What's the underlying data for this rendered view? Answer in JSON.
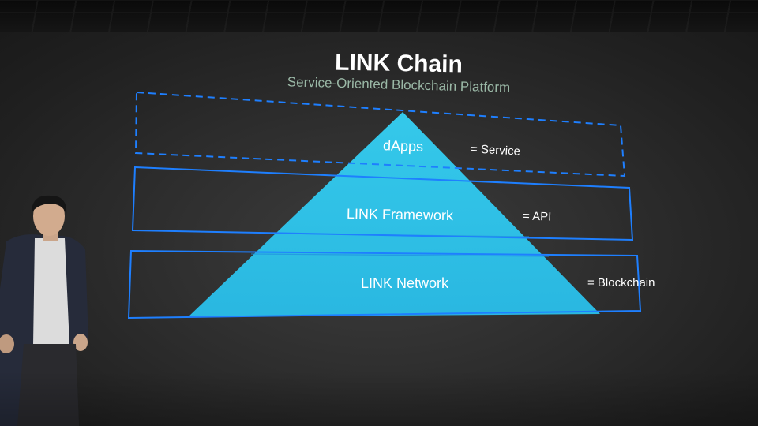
{
  "slide": {
    "title": "LINK Chain",
    "subtitle": "Service-Oriented Blockchain Platform"
  },
  "layers": [
    {
      "label": "dApps",
      "mapping": "= Service"
    },
    {
      "label": "LINK Framework",
      "mapping": "= API"
    },
    {
      "label": "LINK Network",
      "mapping": "= Blockchain"
    }
  ],
  "colors": {
    "pyramid": "#2ec8ee",
    "frame": "#1e7fff",
    "title": "#ffffff",
    "subtitle": "#9ab8a6"
  }
}
